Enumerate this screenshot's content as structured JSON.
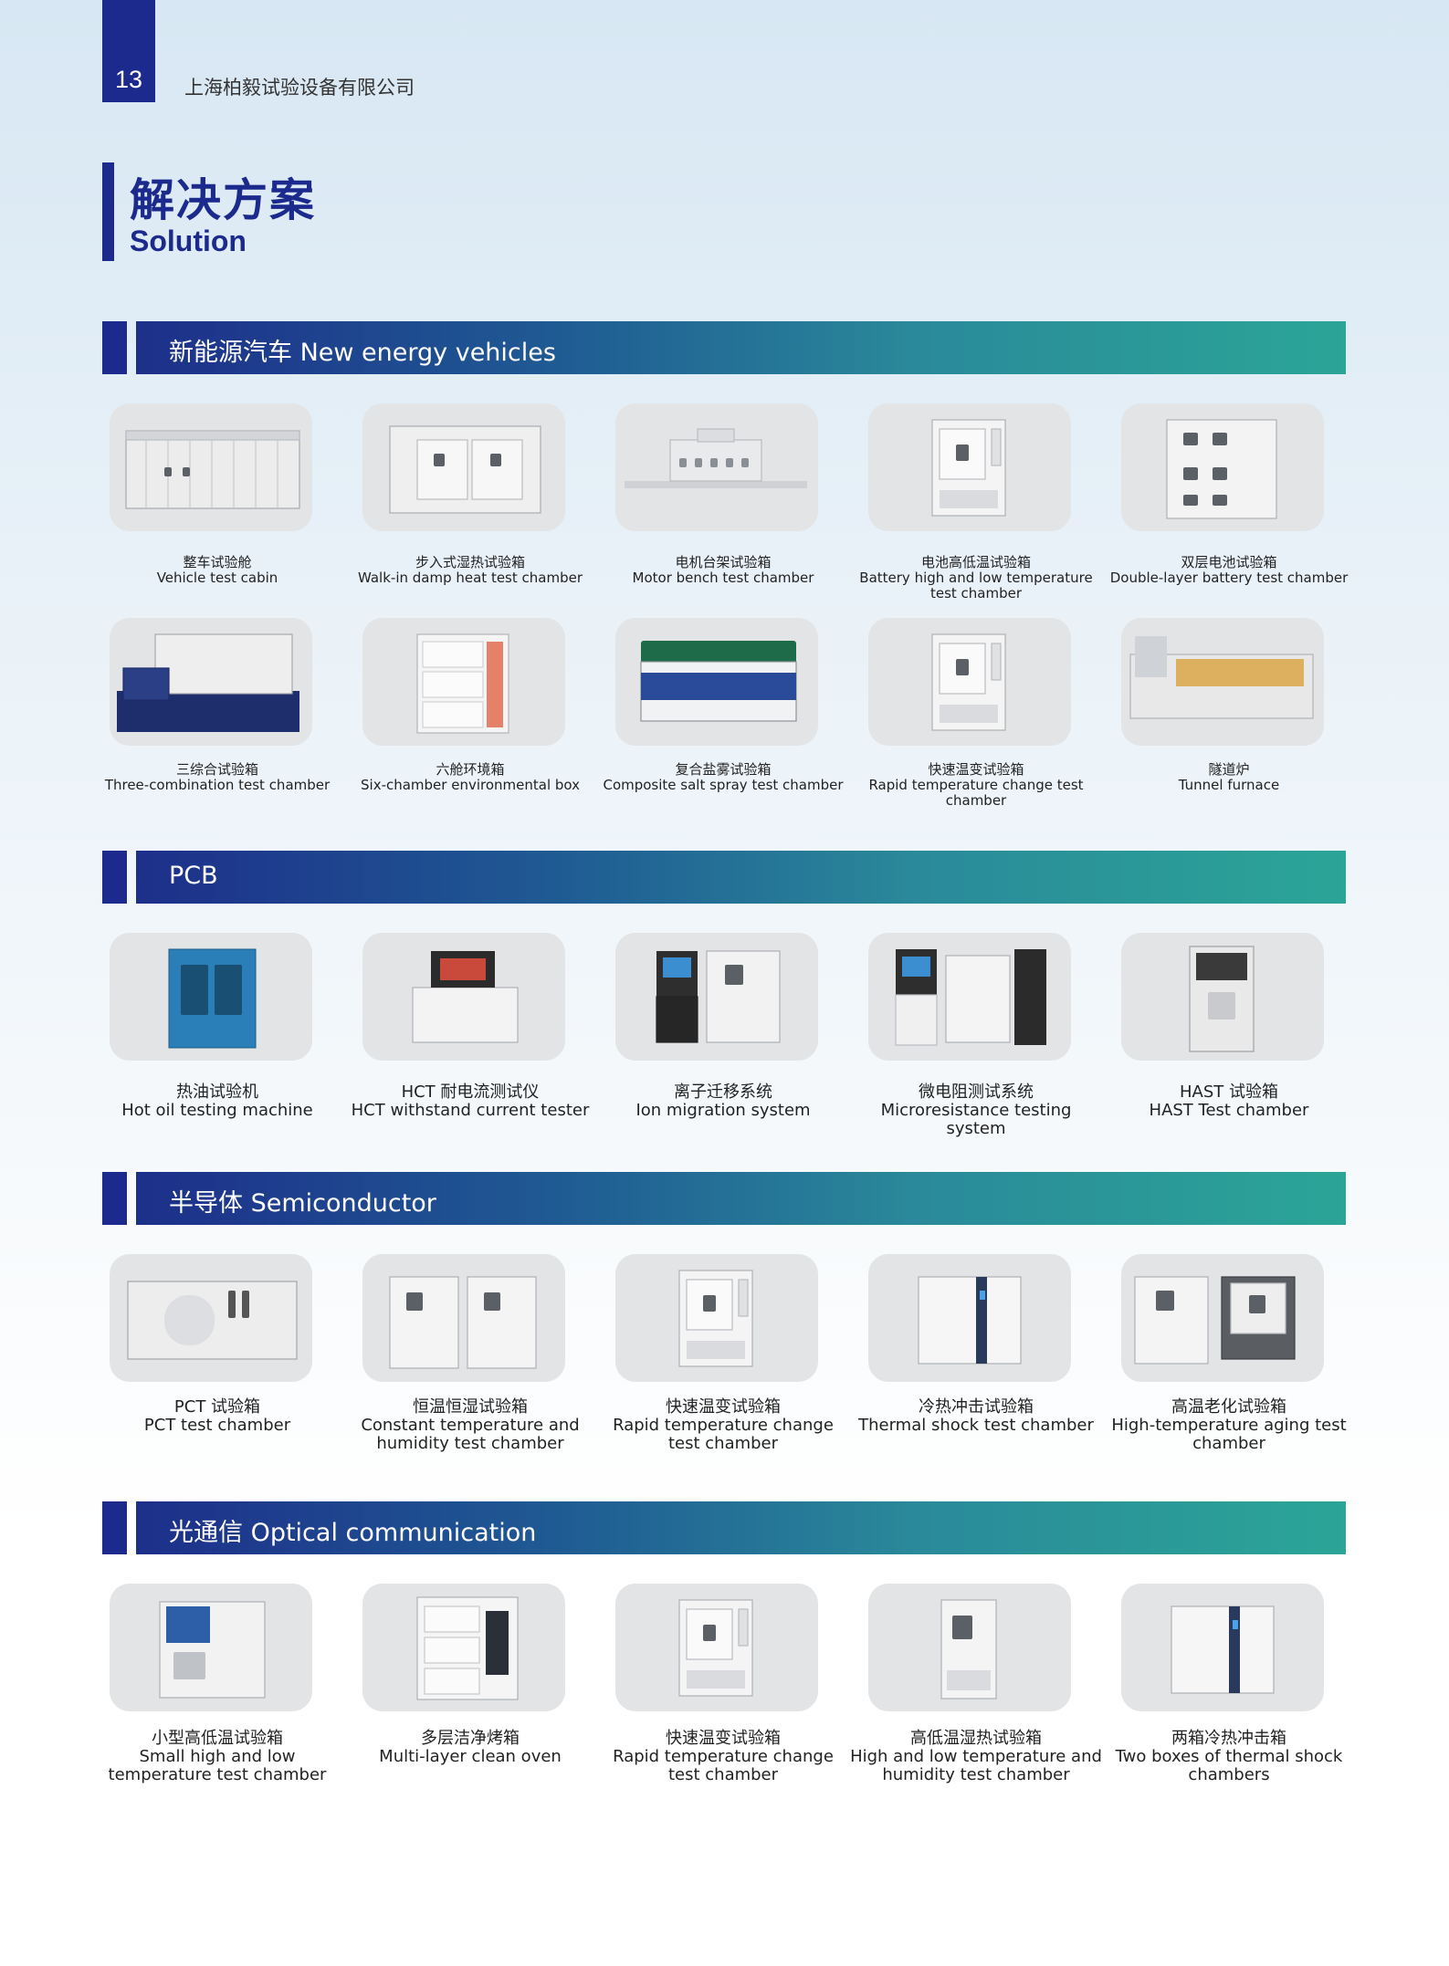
{
  "header": {
    "page_number": "13",
    "company": "上海柏毅试验设备有限公司"
  },
  "title": {
    "cn": "解决方案",
    "en": "Solution"
  },
  "sections": [
    {
      "heading": "新能源汽车 New energy vehicles",
      "items": [
        {
          "cn": "整车试验舱",
          "en": "Vehicle test cabin",
          "icon": "vehicle-cabin"
        },
        {
          "cn": "步入式湿热试验箱",
          "en": "Walk-in damp heat test chamber",
          "icon": "walkin-chamber"
        },
        {
          "cn": "电机台架试验箱",
          "en": "Motor bench test chamber",
          "icon": "motor-bench"
        },
        {
          "cn": "电池高低温试验箱",
          "en": "Battery high and low temperature test chamber",
          "icon": "battery-chamber"
        },
        {
          "cn": "双层电池试验箱",
          "en": "Double-layer battery test chamber",
          "icon": "double-layer-chamber"
        },
        {
          "cn": "三综合试验箱",
          "en": "Three-combination test chamber",
          "icon": "three-combination"
        },
        {
          "cn": "六舱环境箱",
          "en": "Six-chamber environmental box",
          "icon": "six-chamber"
        },
        {
          "cn": "复合盐雾试验箱",
          "en": "Composite salt spray test chamber",
          "icon": "salt-spray"
        },
        {
          "cn": "快速温变试验箱",
          "en": "Rapid temperature change test chamber",
          "icon": "rapid-temp"
        },
        {
          "cn": "隧道炉",
          "en": "Tunnel furnace",
          "icon": "tunnel-furnace"
        }
      ]
    },
    {
      "heading": "PCB",
      "items": [
        {
          "cn": "热油试验机",
          "en": "Hot oil testing machine",
          "icon": "hot-oil"
        },
        {
          "cn": "HCT 耐电流测试仪",
          "en": "HCT withstand current tester",
          "icon": "hct-tester"
        },
        {
          "cn": "离子迁移系统",
          "en": "Ion migration system",
          "icon": "ion-migration"
        },
        {
          "cn": "微电阻测试系统",
          "en": "Microresistance testing system",
          "icon": "microresistance"
        },
        {
          "cn": "HAST 试验箱",
          "en": "HAST Test chamber",
          "icon": "hast-chamber"
        }
      ]
    },
    {
      "heading": "半导体 Semiconductor",
      "items": [
        {
          "cn": "PCT 试验箱",
          "en": "PCT test chamber",
          "icon": "pct-chamber"
        },
        {
          "cn": "恒温恒湿试验箱",
          "en": "Constant temperature and humidity test chamber",
          "icon": "const-temp"
        },
        {
          "cn": "快速温变试验箱",
          "en": "Rapid temperature change test chamber",
          "icon": "rapid-temp-2"
        },
        {
          "cn": "冷热冲击试验箱",
          "en": "Thermal shock test chamber",
          "icon": "thermal-shock"
        },
        {
          "cn": "高温老化试验箱",
          "en": "High-temperature aging test chamber",
          "icon": "aging-chamber"
        }
      ]
    },
    {
      "heading": "光通信 Optical communication",
      "items": [
        {
          "cn": "小型高低温试验箱",
          "en": "Small high and low temperature test chamber",
          "icon": "small-chamber"
        },
        {
          "cn": "多层洁净烤箱",
          "en": "Multi-layer clean oven",
          "icon": "clean-oven"
        },
        {
          "cn": "快速温变试验箱",
          "en": "Rapid temperature change test chamber",
          "icon": "rapid-temp-3"
        },
        {
          "cn": "高低温湿热试验箱",
          "en": "High and low temperature and humidity test chamber",
          "icon": "humidity-chamber"
        },
        {
          "cn": "两箱冷热冲击箱",
          "en": "Two boxes of thermal shock chambers",
          "icon": "two-box-shock"
        }
      ]
    }
  ],
  "colors": {
    "primary": "#1b2a8c",
    "band_end": "#2ba597",
    "thumb_bg": "#e2e4e6"
  }
}
